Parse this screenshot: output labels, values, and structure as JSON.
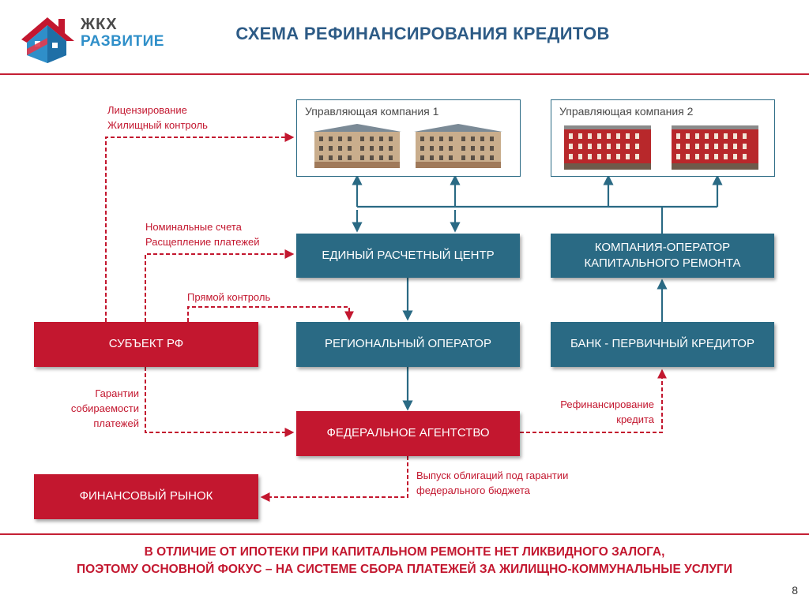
{
  "header": {
    "logo_line1": "ЖКХ",
    "logo_line2": "РАЗВИТИЕ",
    "title": "СХЕМА РЕФИНАНСИРОВАНИЯ КРЕДИТОВ"
  },
  "companies": [
    {
      "title": "Управляющая компания 1"
    },
    {
      "title": "Управляющая компания 2"
    }
  ],
  "nodes": {
    "erc": "ЕДИНЫЙ РАСЧЕТНЫЙ ЦЕНТР",
    "operator": "КОМПАНИЯ-ОПЕРАТОР КАПИТАЛЬНОГО РЕМОНТА",
    "subject": "СУБЪЕКТ РФ",
    "regional": "РЕГИОНАЛЬНЫЙ ОПЕРАТОР",
    "bank": "БАНК - ПЕРВИЧНЫЙ КРЕДИТОР",
    "federal": "ФЕДЕРАЛЬНОЕ АГЕНТСТВО",
    "market": "ФИНАНСОВЫЙ РЫНОК"
  },
  "labels": {
    "licensing_1": "Лицензирование",
    "licensing_2": "Жилищный контроль",
    "nominal_1": "Номинальные счета",
    "nominal_2": "Расщепление платежей",
    "direct": "Прямой контроль",
    "guarantee_1": "Гарантии",
    "guarantee_2": "собираемости",
    "guarantee_3": "платежей",
    "refin_1": "Рефинансирование",
    "refin_2": "кредита",
    "bonds_1": "Выпуск облигаций под гарантии",
    "bonds_2": "федерального бюджета"
  },
  "footer": {
    "line1": "В ОТЛИЧИЕ ОТ ИПОТЕКИ ПРИ КАПИТАЛЬНОМ РЕМОНТЕ НЕТ ЛИКВИДНОГО ЗАЛОГА,",
    "line2": "ПОЭТОМУ ОСНОВНОЙ ФОКУС – НА СИСТЕМЕ СБОРА ПЛАТЕЖЕЙ ЗА ЖИЛИЩНО-КОММУНАЛЬНЫЕ УСЛУГИ",
    "page_number": "8"
  },
  "colors": {
    "red": "#c3172f",
    "teal": "#2a6a84",
    "title_blue": "#2d5b86"
  }
}
